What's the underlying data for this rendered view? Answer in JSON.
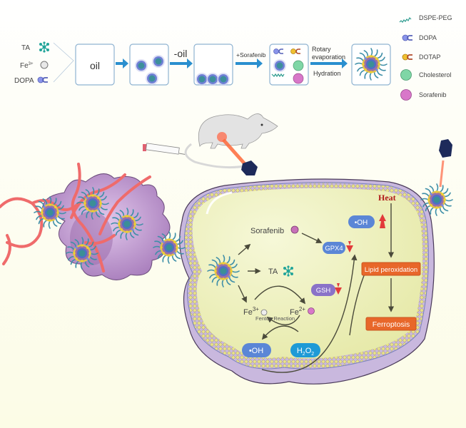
{
  "top_panel": {
    "inputs": [
      {
        "label": "TA",
        "icon": "ta-molecule-icon"
      },
      {
        "label": "Fe",
        "superscript": "3+",
        "icon": "fe3-sphere-icon"
      },
      {
        "label": "DOPA",
        "icon": "dopa-lipid-icon"
      }
    ],
    "steps": {
      "oil_box_label": "oil",
      "remove_oil_label": "-oil",
      "add_sorafenib_label": "+Sorafenib",
      "rotary_label_1": "Rotary",
      "rotary_label_2": "evaporation",
      "hydration_label": "Hydration"
    },
    "legend": [
      {
        "label": "DSPE-PEG",
        "icon": "dspe-peg-chain-icon",
        "color": "#2e9c8f"
      },
      {
        "label": "DOPA",
        "icon": "dopa-lipid-icon",
        "color": "#7b86e0"
      },
      {
        "label": "DOTAP",
        "icon": "dotap-lipid-icon",
        "color": "#e8b830"
      },
      {
        "label": "Cholesterol",
        "icon": "cholesterol-sphere-icon",
        "color": "#7fd6a6"
      },
      {
        "label": "Sorafenib",
        "icon": "sorafenib-sphere-icon",
        "color": "#d877c9"
      }
    ]
  },
  "mechanism": {
    "sorafenib_label": "Sorafenib",
    "ta_label": "TA",
    "fe3_label": "Fe",
    "fe3_sup": "3+",
    "fe2_label": "Fe",
    "fe2_sup": "2+",
    "fenton_label": "Fenton Reaction",
    "oh_label": "•OH",
    "h2o2_label": "H",
    "h2o2_sub1": "2",
    "h2o2_mid": "O",
    "h2o2_sub2": "2",
    "gpx4_label": "GPX4",
    "gsh_label": "GSH",
    "oh_up_label": "•OH",
    "heat_label": "Heat",
    "lipid_label": "Lipid peroxidation",
    "ferroptosis_label": "Ferroptosis"
  },
  "colors": {
    "background": "#fdfdf0",
    "cell_cytoplasm": "#eef0bb",
    "cell_outer": "#c9b8de",
    "arrow_blue": "#2a8fcf",
    "pill_blue": "#5b86d6",
    "pill_h2o2": "#1e9ad6",
    "pill_gsh": "#8a72c8",
    "orange": "#e8672a",
    "heat_red": "#b01818",
    "down_arrow": "#e23a3a",
    "vessel": "#ef6b6b",
    "tumor": "#b58bc7"
  }
}
